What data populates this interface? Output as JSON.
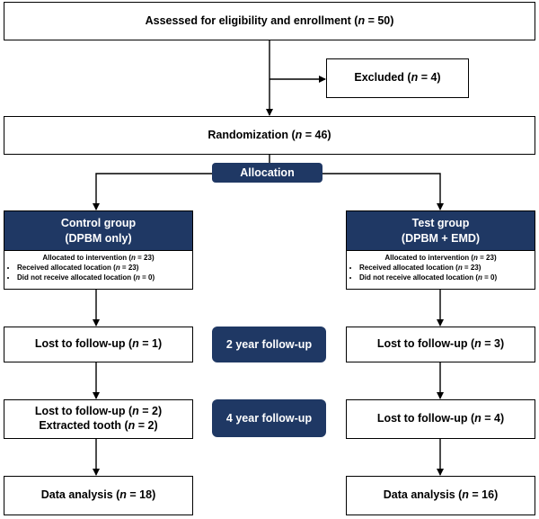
{
  "assessed": {
    "prefix": "Assessed for eligibility and enrollment (",
    "n": "n",
    "suffix": " = 50)"
  },
  "excluded": {
    "prefix": "Excluded (",
    "n": "n",
    "suffix": " = 4)"
  },
  "randomization": {
    "prefix": "Randomization (",
    "n": "n",
    "suffix": " = 46)"
  },
  "allocation": "Allocation",
  "control": {
    "title_line1": "Control group",
    "title_line2": "(DPBM only)",
    "allocated": {
      "prefix": "Allocated to intervention (",
      "n": "n",
      "suffix": " = 23)"
    },
    "received": {
      "prefix": "Received allocated location (",
      "n": "n",
      "suffix": " = 23)"
    },
    "not_received": {
      "prefix": "Did not receive allocated location (",
      "n": "n",
      "suffix": " = 0)"
    },
    "lost1": {
      "prefix": "Lost to follow-up (",
      "n": "n",
      "suffix": " = 1)"
    },
    "lost2": {
      "prefix": "Lost to follow-up (",
      "n": "n",
      "suffix": " = 2)"
    },
    "extracted": {
      "prefix": "Extracted tooth (",
      "n": "n",
      "suffix": " = 2)"
    },
    "analysis": {
      "prefix": "Data analysis (",
      "n": "n",
      "suffix": " = 18)"
    }
  },
  "test": {
    "title_line1": "Test group",
    "title_line2": "(DPBM + EMD)",
    "allocated": {
      "prefix": "Allocated to intervention (",
      "n": "n",
      "suffix": " = 23)"
    },
    "received": {
      "prefix": "Received allocated location (",
      "n": "n",
      "suffix": " = 23)"
    },
    "not_received": {
      "prefix": "Did not receive allocated location (",
      "n": "n",
      "suffix": " = 0)"
    },
    "lost1": {
      "prefix": "Lost to follow-up (",
      "n": "n",
      "suffix": " = 3)"
    },
    "lost2": {
      "prefix": "Lost to follow-up (",
      "n": "n",
      "suffix": " = 4)"
    },
    "analysis": {
      "prefix": "Data analysis (",
      "n": "n",
      "suffix": " = 16)"
    }
  },
  "followup_2yr": "2 year follow-up",
  "followup_4yr": "4 year follow-up"
}
